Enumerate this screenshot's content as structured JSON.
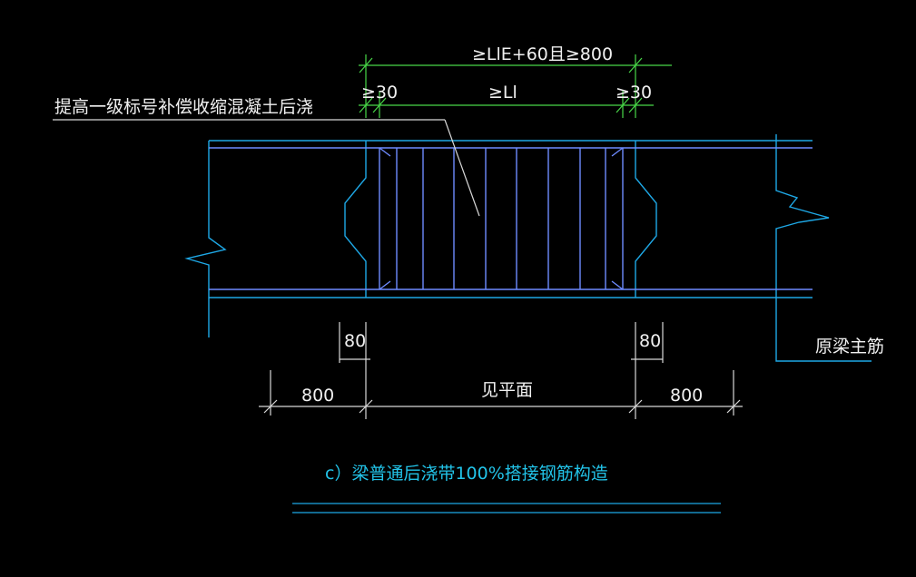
{
  "colors": {
    "background": "#000000",
    "beam_outline": "#1EA8E6",
    "rebar": "#6E8BFF",
    "dimension_green": "#48D848",
    "text_white": "#F0F0F0",
    "caption_cyan": "#22C3E8"
  },
  "labels": {
    "top_dimension": "≥LlE+60且≥800",
    "left_30": "≥30",
    "middle_ll": "≥Ll",
    "right_30": "≥30",
    "leader_note": "提高一级标号补偿收缩混凝土后浇",
    "left_80": "80",
    "right_80": "80",
    "left_800": "800",
    "middle_plan": "见平面",
    "right_800": "800",
    "right_note": "原梁主筋",
    "caption": "c）梁普通后浇带100%搭接钢筋构造"
  }
}
